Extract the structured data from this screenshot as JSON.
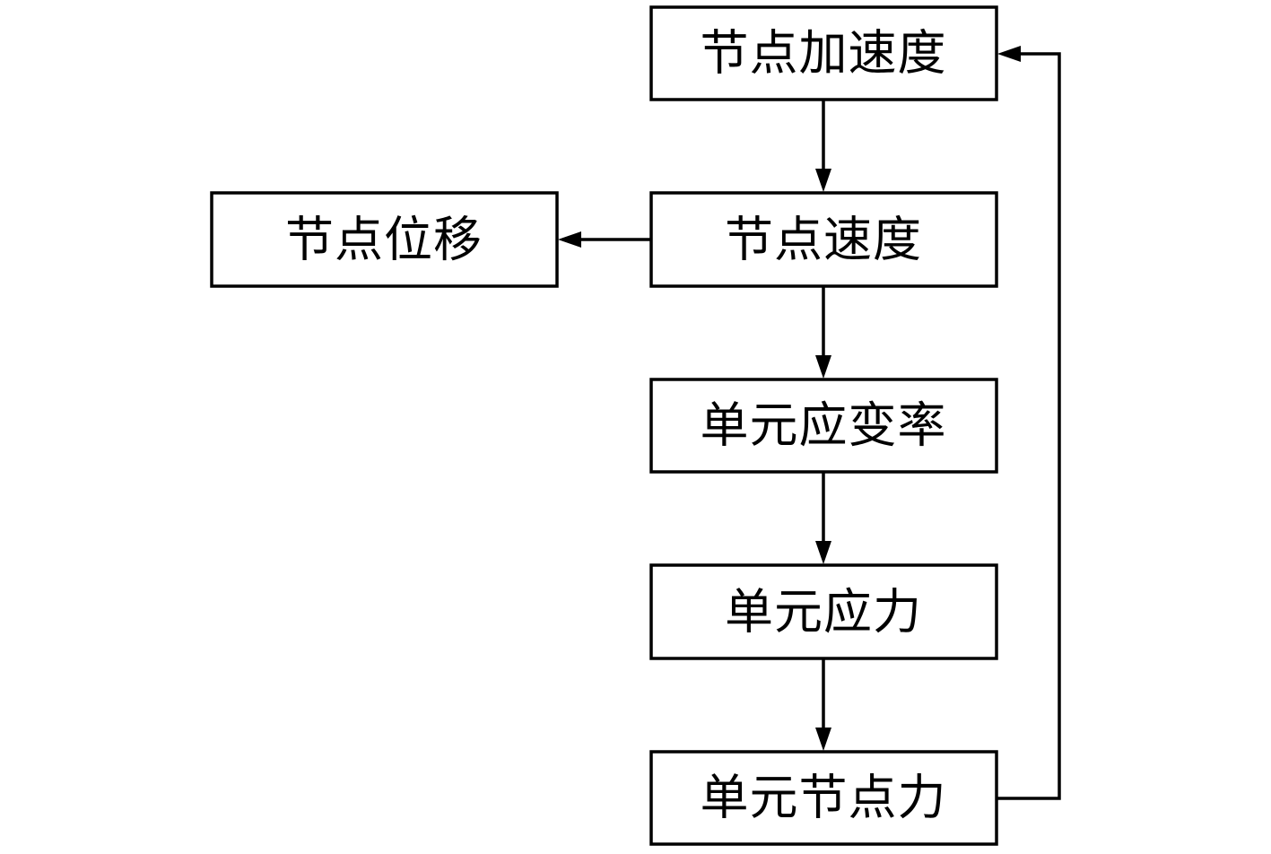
{
  "nodes": {
    "accel": "节点加速度",
    "velocity": "节点速度",
    "displacement": "节点位移",
    "strain_rate": "单元应变率",
    "stress": "单元应力",
    "nodal_force": "单元节点力"
  },
  "edges": [
    {
      "from": "accel",
      "to": "velocity"
    },
    {
      "from": "velocity",
      "to": "displacement"
    },
    {
      "from": "velocity",
      "to": "strain_rate"
    },
    {
      "from": "strain_rate",
      "to": "stress"
    },
    {
      "from": "stress",
      "to": "nodal_force"
    },
    {
      "from": "nodal_force",
      "to": "accel"
    }
  ]
}
